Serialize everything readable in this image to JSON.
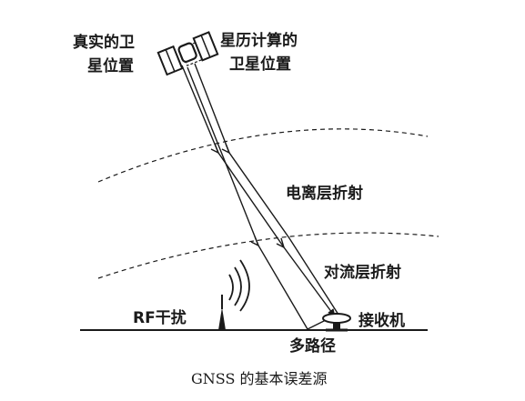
{
  "labels": {
    "true_position_line1": "真实的卫",
    "true_position_line2": "星位置",
    "ephemeris_position_line1": "星历计算的",
    "ephemeris_position_line2": "卫星位置",
    "ionosphere": "电离层折射",
    "troposphere": "对流层折射",
    "rf_interference": "RF干扰",
    "receiver": "接收机",
    "multipath": "多路径"
  },
  "caption": "GNSS 的基本误差源",
  "icons": {
    "satellite": "satellite-icon",
    "ghost_satellite": "satellite-icon",
    "receiver_antenna": "antenna-icon",
    "rf_tower": "tower-icon",
    "radio_waves": "radio-waves-icon"
  },
  "colors": {
    "ink": "#1a1a1a",
    "background": "#ffffff"
  }
}
